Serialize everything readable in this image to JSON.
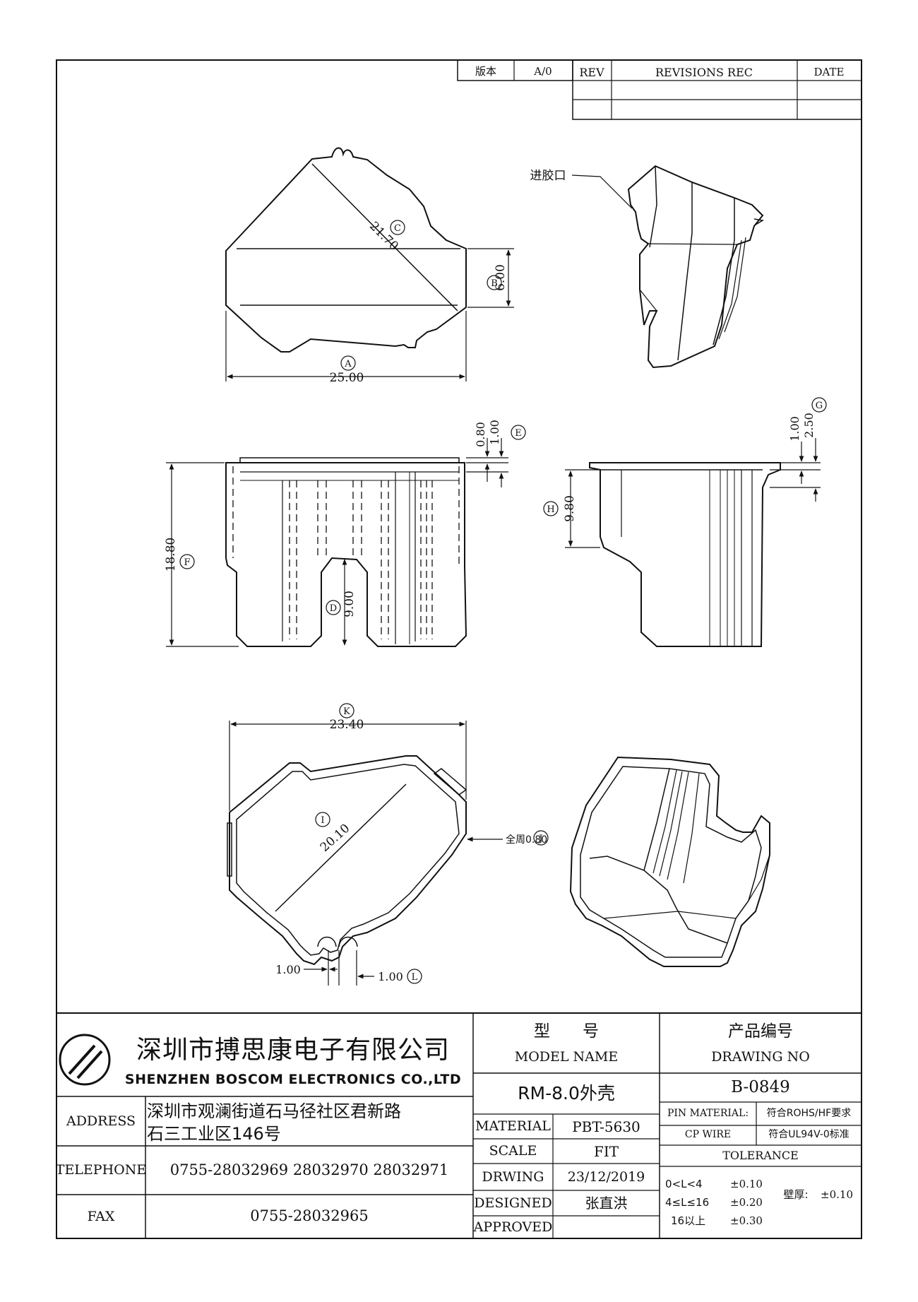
{
  "revision_table": {
    "version_label": "版本",
    "version_value": "A/0",
    "rev_label": "REV",
    "revisions_label": "REVISIONS REC",
    "date_label": "DATE"
  },
  "views": {
    "top": {
      "circle_c": "C",
      "dim_c": "21.70",
      "circle_b": "B",
      "dim_b": "6.00",
      "circle_a": "A",
      "dim_a": "25.00"
    },
    "iso_top": {
      "gate_label": "进胶口"
    },
    "front": {
      "dim_e1": "0.80",
      "dim_e2": "1.00",
      "circle_e": "E",
      "circle_f": "F",
      "dim_f": "18.80",
      "circle_d": "D",
      "dim_d": "9.00"
    },
    "side": {
      "dim_g1": "1.00",
      "dim_g2": "2.50",
      "circle_g": "G",
      "circle_h": "H",
      "dim_h": "9.80"
    },
    "bottom": {
      "circle_k": "K",
      "dim_k": "23.40",
      "circle_i": "I",
      "dim_i": "20.10",
      "wall_note": "全周0.80",
      "circle_j": "J",
      "dim_l1": "1.00",
      "dim_l2": "1.00",
      "circle_l": "L"
    }
  },
  "title_block": {
    "company_cn": "深圳市搏思康电子有限公司",
    "company_en": "SHENZHEN BOSCOM ELECTRONICS CO.,LTD",
    "model_label_cn": "型　　号",
    "model_label_en": "MODEL NAME",
    "model_value": "RM-8.0外壳",
    "drawing_no_label_cn": "产品编号",
    "drawing_no_label_en": "DRAWING NO",
    "drawing_no_value": "B-0849",
    "address_label": "ADDRESS",
    "address_line1": "深圳市观澜街道石马径社区君新路",
    "address_line2": "石三工业区146号",
    "telephone_label": "TELEPHONE",
    "telephone_value": "0755-28032969 28032970 28032971",
    "fax_label": "FAX",
    "fax_value": "0755-28032965",
    "material_label": "MATERIAL",
    "material_value": "PBT-5630",
    "scale_label": "SCALE",
    "scale_value": "FIT",
    "drawing_label": "DRWING",
    "drawing_date": "23/12/2019",
    "designed_label": "DESIGNED",
    "designed_value": "张直洪",
    "approved_label": "APPROVED",
    "approved_value": "",
    "pin_material_label": "PIN MATERIAL:",
    "pin_material_value": "CP WIRE",
    "rohs_note": "符合ROHS/HF要求",
    "ul_note": "符合UL94V-0标准",
    "tolerance_label": "TOLERANCE",
    "tol_row1_range": "0<L<4",
    "tol_row1_value": "±0.10",
    "tol_row2_range": "4≤L≤16",
    "tol_row2_value": "±0.20",
    "tol_row3_range": "16以上",
    "tol_row3_value": "±0.30",
    "wall_label": "壁厚:",
    "wall_value": "±0.10"
  }
}
